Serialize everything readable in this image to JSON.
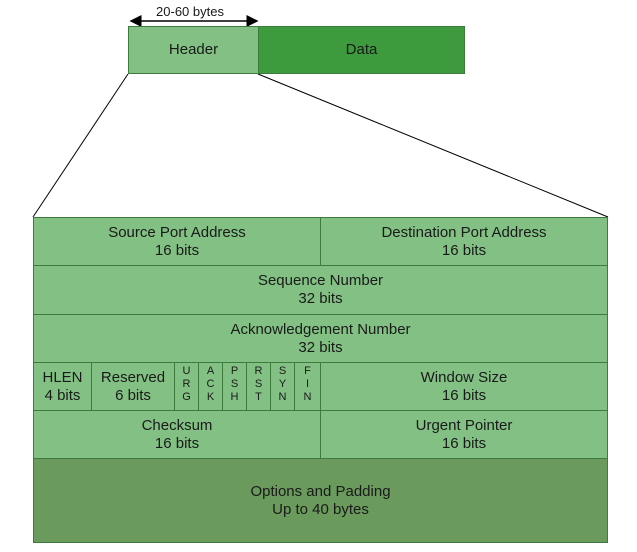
{
  "segment": {
    "size_label": "20-60 bytes",
    "header_label": "Header",
    "data_label": "Data"
  },
  "header": {
    "row1": {
      "source_port": {
        "name": "Source Port Address",
        "size": "16 bits"
      },
      "dest_port": {
        "name": "Destination Port Address",
        "size": "16 bits"
      }
    },
    "row2": {
      "name": "Sequence Number",
      "size": "32 bits"
    },
    "row3": {
      "name": "Acknowledgement Number",
      "size": "32 bits"
    },
    "row4": {
      "hlen": {
        "name": "HLEN",
        "size": "4 bits"
      },
      "reserved": {
        "name": "Reserved",
        "size": "6 bits"
      },
      "flags": [
        "U\nR\nG",
        "A\nC\nK",
        "P\nS\nH",
        "R\nS\nT",
        "S\nY\nN",
        "F\nI\nN"
      ],
      "window": {
        "name": "Window Size",
        "size": "16 bits"
      }
    },
    "row5": {
      "checksum": {
        "name": "Checksum",
        "size": "16 bits"
      },
      "urgent": {
        "name": "Urgent Pointer",
        "size": "16 bits"
      }
    },
    "row6": {
      "name": "Options and Padding",
      "size": "Up to 40 bytes"
    }
  },
  "colors": {
    "header_fill": "#82c183",
    "data_fill": "#3d9a3d",
    "options_fill": "#6a9a5c",
    "border": "#3d7a3d"
  }
}
